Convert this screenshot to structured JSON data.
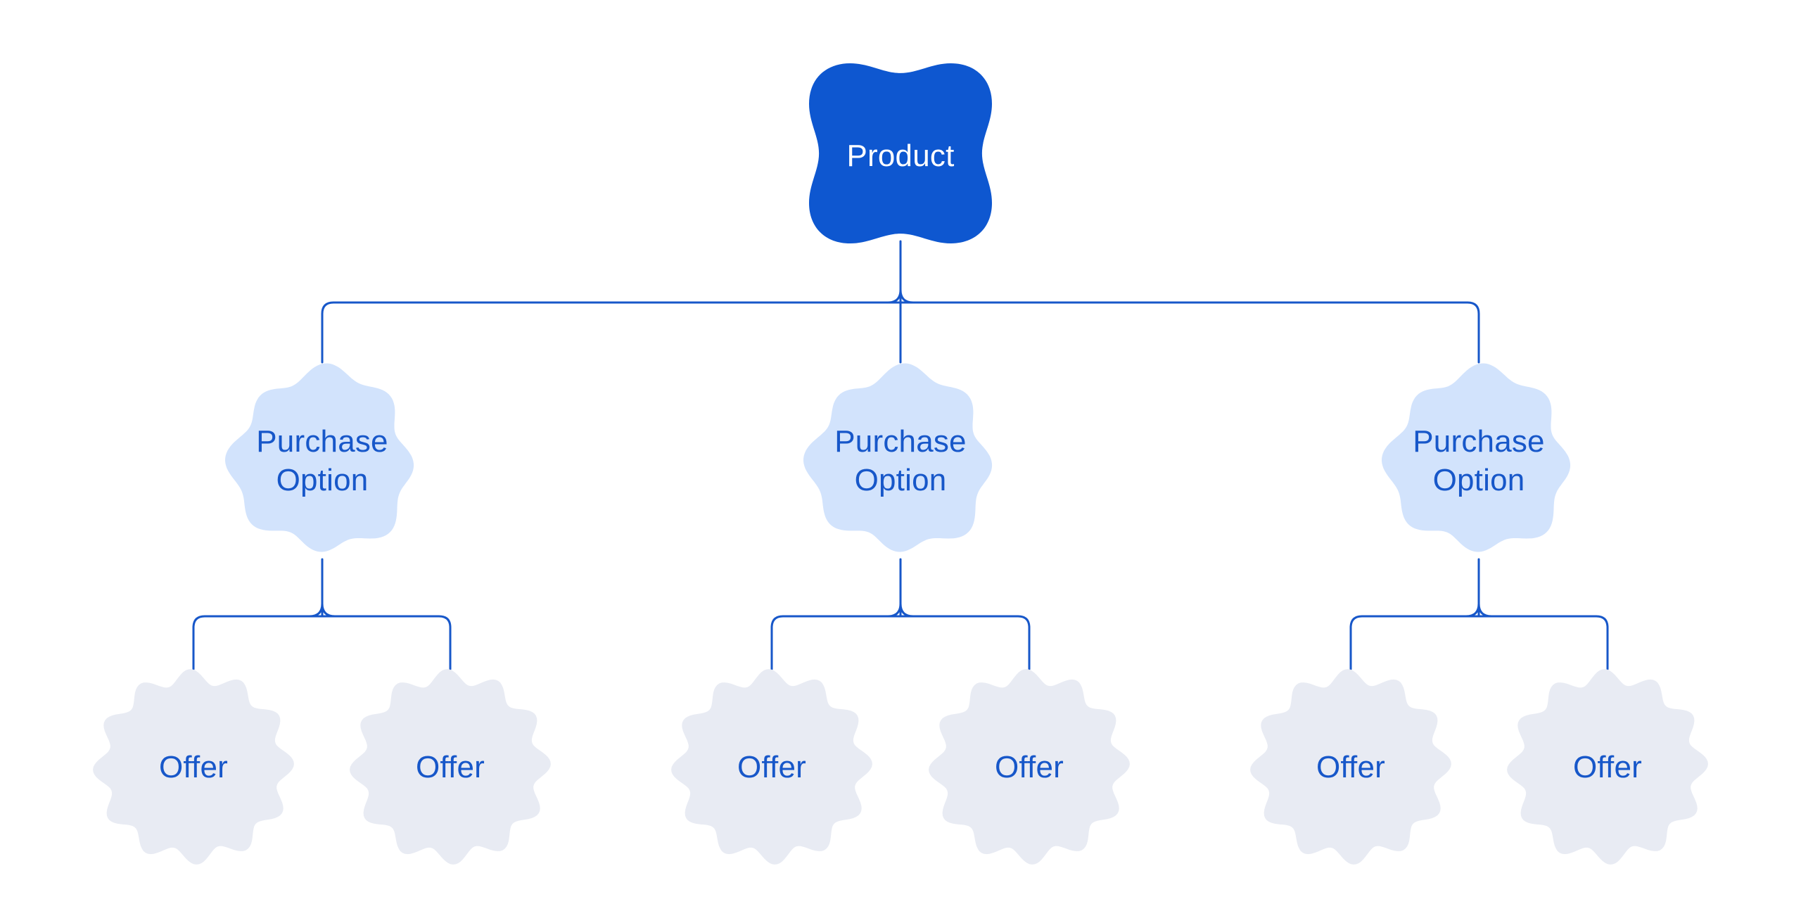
{
  "tree": {
    "root": {
      "label": "Product"
    },
    "purchase_options": [
      {
        "label": "Purchase Option",
        "offers": [
          {
            "label": "Offer"
          },
          {
            "label": "Offer"
          }
        ]
      },
      {
        "label": "Purchase Option",
        "offers": [
          {
            "label": "Offer"
          },
          {
            "label": "Offer"
          }
        ]
      },
      {
        "label": "Purchase Option",
        "offers": [
          {
            "label": "Offer"
          },
          {
            "label": "Offer"
          }
        ]
      }
    ]
  },
  "colors": {
    "bg": "#ffffff",
    "product-fill": "#0e57d0",
    "po-fill": "#d2e3fc",
    "offer-fill": "#e8ebf3",
    "line": "#1757c9",
    "label-blue": "#1757c9",
    "product-label": "#ffffff"
  }
}
